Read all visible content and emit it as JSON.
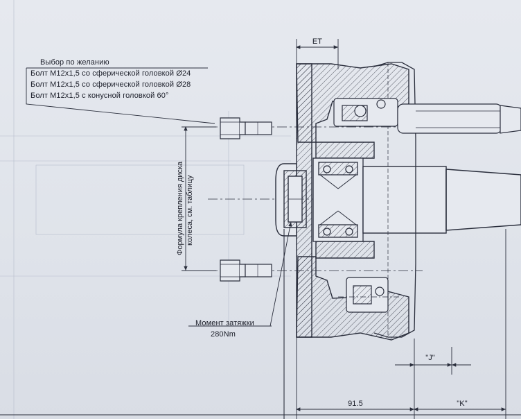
{
  "callout_title": "Выбор по желанию",
  "bolt_options": [
    "Болт M12x1,5 со сферической головкой  Ø24",
    "Болт M12x1,5 со сферической головкой  Ø28",
    "Болт M12x1,5 с конусной головкой  60°"
  ],
  "vertical_label": [
    "Формула крепления диска",
    "колеса, см. таблицу"
  ],
  "torque": {
    "label": "Момент затяжки",
    "value": "280Nm"
  },
  "dimensions": {
    "et": "ET",
    "offset": "91.5",
    "j": "\"J\"",
    "k": "\"K\""
  },
  "colors": {
    "line": "#2a2e3c",
    "paper": "#e3e6ec",
    "faint": "#a9b0c0"
  }
}
